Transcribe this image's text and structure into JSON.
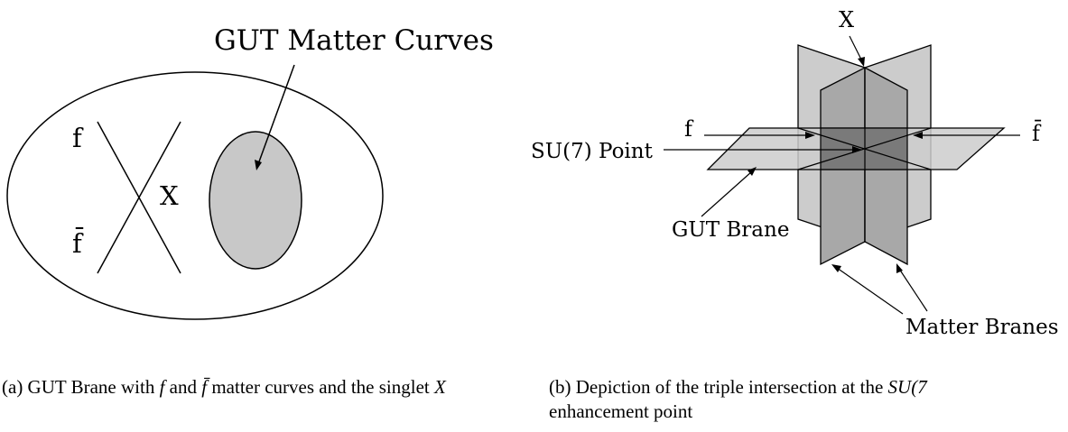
{
  "figure_a": {
    "title": "GUT Matter Curves",
    "label_f": "f",
    "label_fbar": "f̄",
    "label_x": "X",
    "caption": {
      "prefix": "(a) GUT Brane with ",
      "math_f": "f",
      "and": " and ",
      "math_fbar": "f̄",
      "suffix": " matter curves and the singlet ",
      "math_x": "X"
    }
  },
  "figure_b": {
    "label_x": "X",
    "label_f": "f",
    "label_fbar": "f̄",
    "label_su7": "SU(7) Point",
    "label_gut_brane": "GUT Brane",
    "label_matter_branes": "Matter Branes",
    "caption": {
      "line1_prefix": "(b) Depiction of the triple intersection at the ",
      "math_su7": "SU(7",
      "line2": "enhancement point"
    }
  },
  "colors": {
    "ellipse_fill": "#c8c8c8",
    "light_plane": "#cccccc",
    "mid_plane": "#a8a8a8",
    "dark_overlap": "#7a7a7a"
  }
}
